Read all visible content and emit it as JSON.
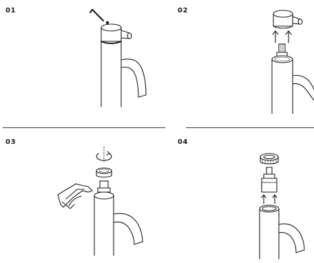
{
  "steps": [
    {
      "number": "01"
    },
    {
      "number": "02"
    },
    {
      "number": "03"
    },
    {
      "number": "04"
    }
  ],
  "colors": {
    "line": "#1a1a1a",
    "background": "#ffffff"
  },
  "icons": [
    "hex-key-icon",
    "faucet-icon",
    "lever-handle-icon",
    "arrow-up-icon",
    "rotate-icon",
    "wrench-icon",
    "cartridge-icon",
    "nut-icon"
  ]
}
